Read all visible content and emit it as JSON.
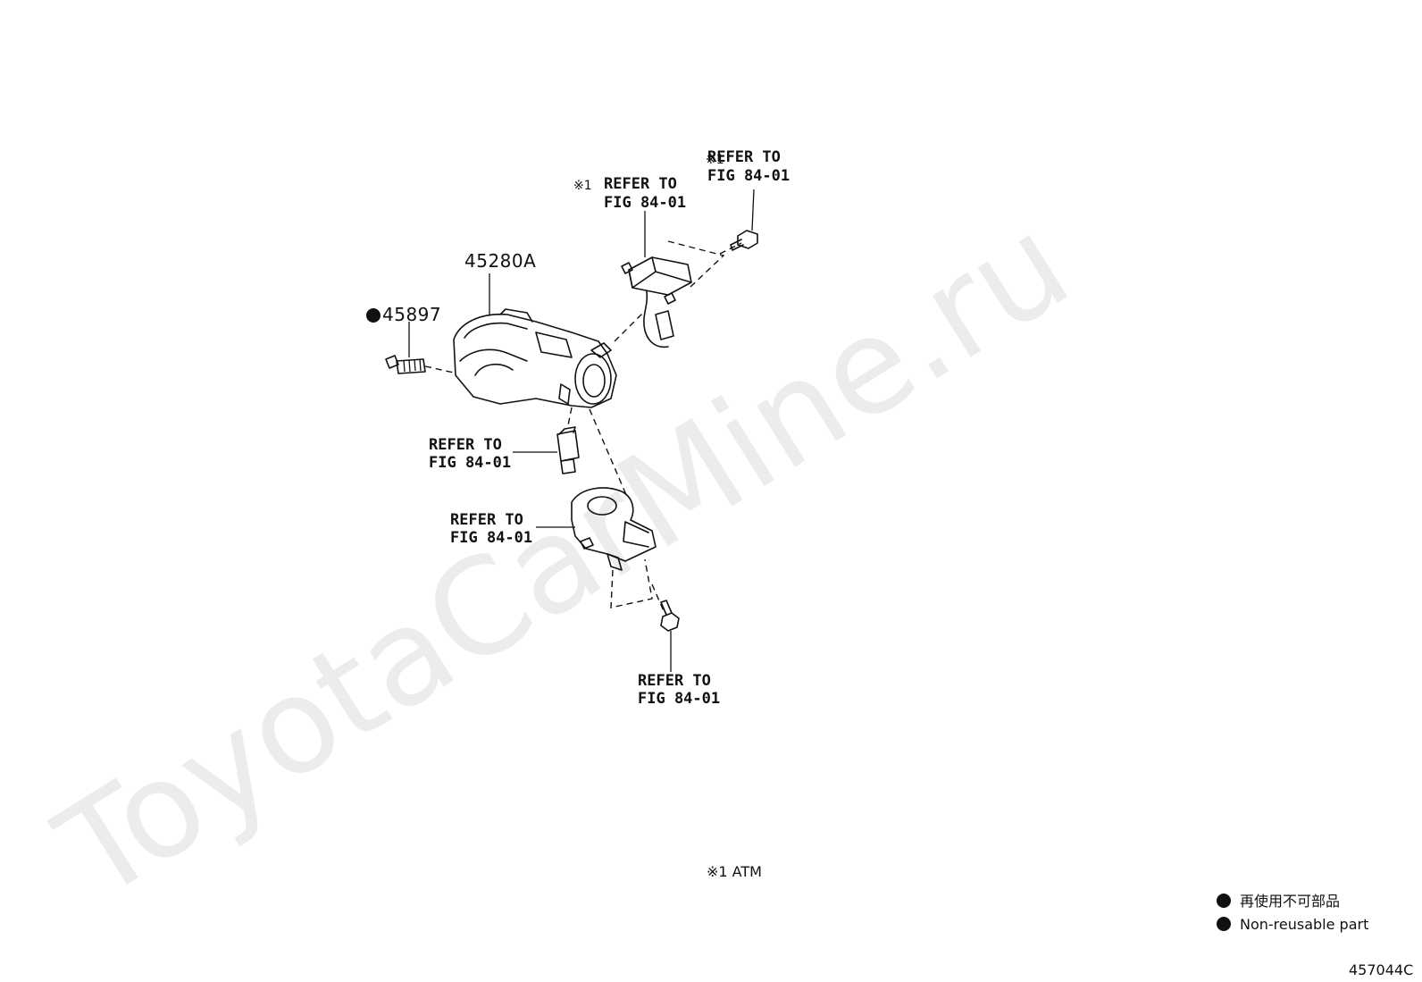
{
  "watermark": "ToyotaCarMine.ru",
  "parts": {
    "lock_housing": {
      "part_no": "45280A"
    },
    "bolt": {
      "part_no": "45897",
      "non_reusable": true
    }
  },
  "callouts": {
    "ref_top_right": {
      "mark": "※1",
      "line1": "REFER TO",
      "line2": "FIG 84-01"
    },
    "ref_top_mid": {
      "mark": "※1",
      "line1": "REFER TO",
      "line2": "FIG 84-01"
    },
    "ref_connector": {
      "line1": "REFER TO",
      "line2": "FIG 84-01"
    },
    "ref_switch": {
      "line1": "REFER TO",
      "line2": "FIG 84-01"
    },
    "ref_screw": {
      "line1": "REFER TO",
      "line2": "FIG 84-01"
    }
  },
  "footnote": "※1 ATM",
  "legend": {
    "items": [
      {
        "text": "再使用不可部品"
      },
      {
        "text": "Non-reusable part"
      }
    ]
  },
  "figure_id": "457044C",
  "colors": {
    "line": "#111111",
    "watermark": "#ececec",
    "background": "#ffffff"
  }
}
